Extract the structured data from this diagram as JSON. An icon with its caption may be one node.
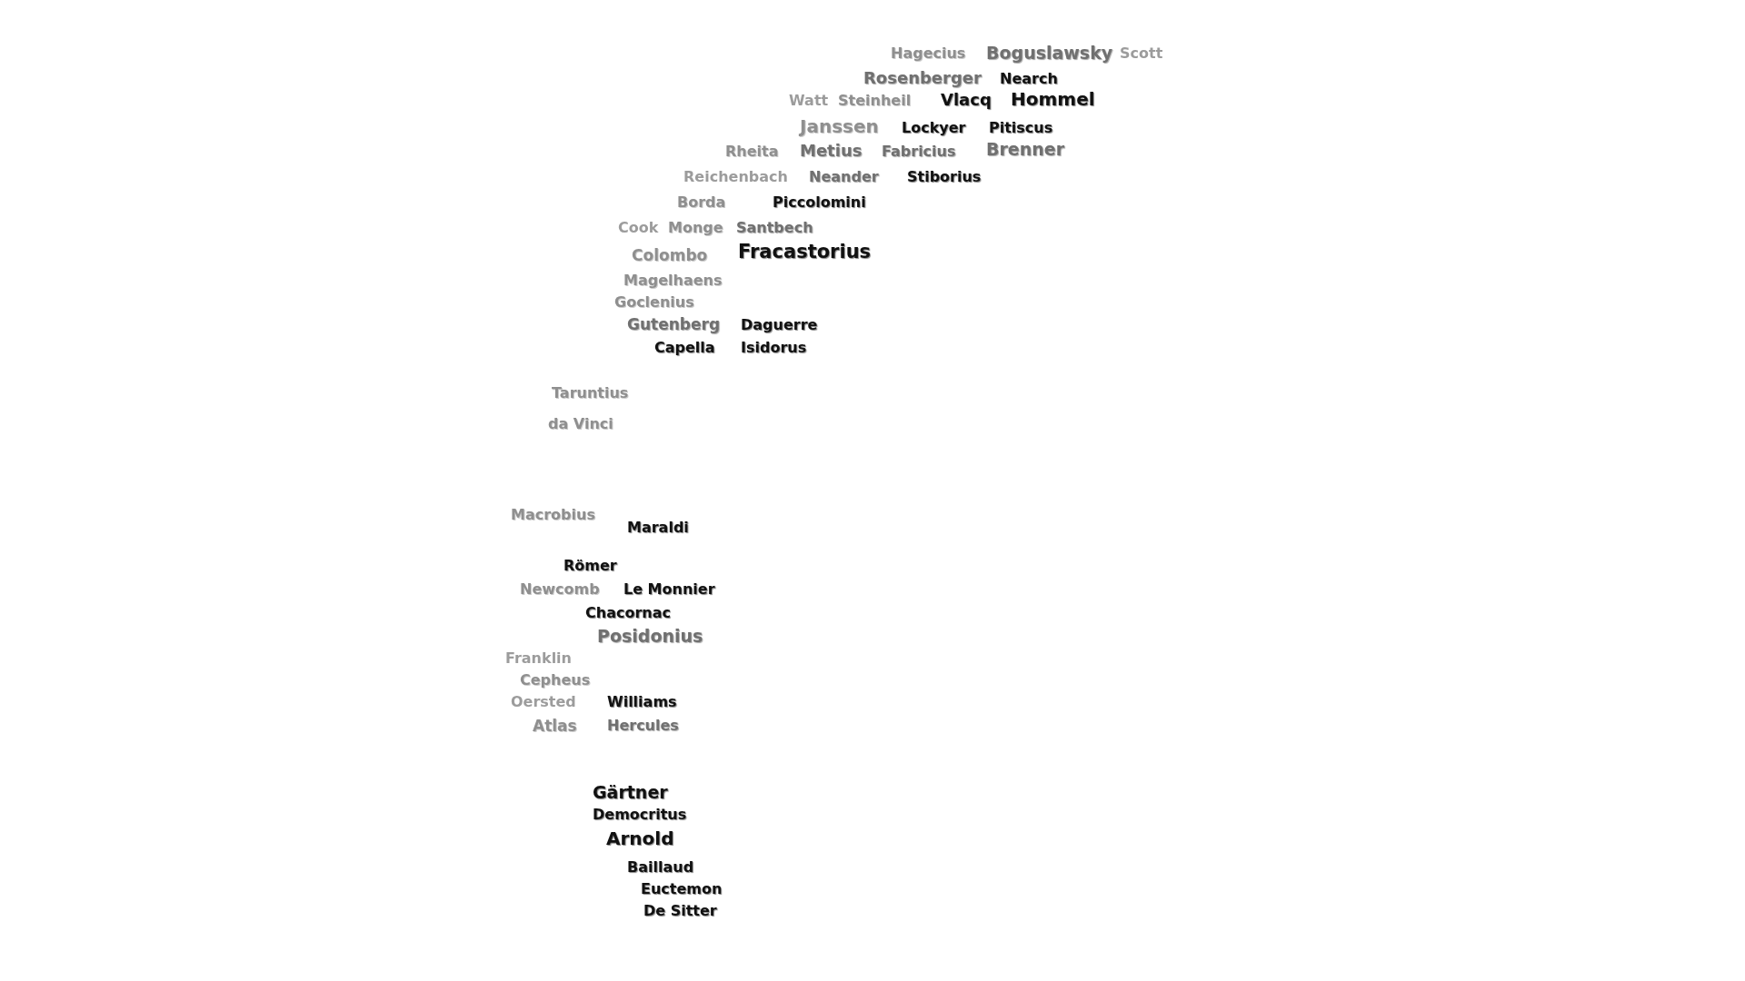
{
  "diagram": {
    "labels": [
      "Hagecius",
      "Boguslawsky",
      "Scott",
      "Rosenberger",
      "Nearch",
      "Watt",
      "Steinheil",
      "Vlacq",
      "Hommel",
      "Janssen",
      "Lockyer",
      "Pitiscus",
      "Rheita",
      "Metius",
      "Fabricius",
      "Brenner",
      "Reichenbach",
      "Neander",
      "Stiborius",
      "Borda",
      "Piccolomini",
      "Cook",
      "Monge",
      "Santbech",
      "Colombo",
      "Fracastorius",
      "Magelhaens",
      "Goclenius",
      "Gutenberg",
      "Daguerre",
      "Capella",
      "Isidorus",
      "Taruntius",
      "da Vinci",
      "Macrobius",
      "Maraldi",
      "Römer",
      "Newcomb",
      "Le Monnier",
      "Chacornac",
      "Posidonius",
      "Franklin",
      "Cepheus",
      "Oersted",
      "Williams",
      "Atlas",
      "Hercules",
      "Gärtner",
      "Democritus",
      "Arnold",
      "Baillaud",
      "Euctemon",
      "De Sitter"
    ]
  }
}
